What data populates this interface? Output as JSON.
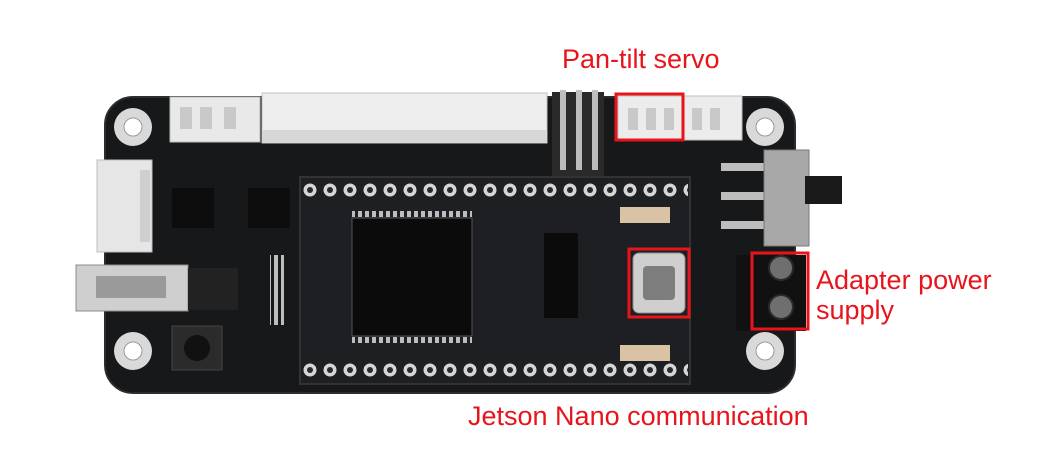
{
  "annotations": {
    "servo": "Pan-tilt servo",
    "power_line1": "Adapter power",
    "power_line2": "supply",
    "jetson": "Jetson Nano communication"
  },
  "colors": {
    "annotation": "#e8141b",
    "board": "#17181a",
    "connector": "#e9e9e9"
  }
}
